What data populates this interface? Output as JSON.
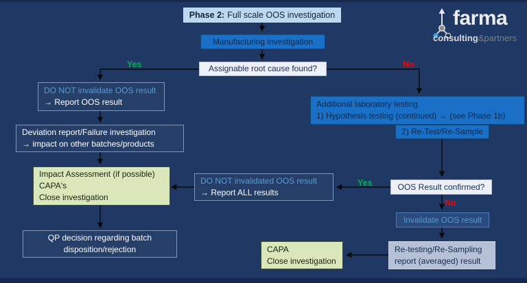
{
  "page": {
    "background": "#1f3864",
    "edge_band_color": "#16294d"
  },
  "logo": {
    "brand": "farma",
    "sub_white": "consulting",
    "sub_gray": "&partners"
  },
  "labels": {
    "yes_left": "Yes",
    "no_right": "No",
    "yes_mid": "Yes",
    "no_mid": "No"
  },
  "nodes": {
    "phase2": {
      "bold": "Phase 2:",
      "rest": "Full scale OOS investigation"
    },
    "manufacturing": {
      "text": "Manufacturing investigation"
    },
    "assignable": {
      "text": "Assignable root cause found?"
    },
    "do_not_invalidate": {
      "line1": "DO NOT invalidate OOS result",
      "line2": "→ Report OOS result"
    },
    "deviation": {
      "line1": "Deviation report/Failure investigation",
      "line2": "→ impact on other batches/products"
    },
    "impact": {
      "line1": "Impact Assessment (if possible)",
      "line2": "CAPA's",
      "line3": "Close investigation"
    },
    "qp": {
      "line1": "QP decision regarding batch",
      "line2": "disposition/rejection"
    },
    "additional_lab": {
      "line1": "Additional laboratory testing",
      "line2": "1) Hypothesis testing (continued) → (see Phase 1b)"
    },
    "retest_resample": {
      "text": "2) Re-Test/Re-Sample"
    },
    "oos_confirmed": {
      "text": "OOS Result confirmed?"
    },
    "do_not_invalidated": {
      "line1": "DO NOT invalidated OOS result",
      "line2": "→ Report ALL results"
    },
    "invalidate": {
      "text": "Invalidate OOS result"
    },
    "retesting_report": {
      "line1": "Re-testing/Re-Sampling",
      "line2": "report (averaged) result"
    },
    "capa_close": {
      "line1": "CAPA",
      "line2": "Close investigation"
    }
  },
  "colors": {
    "accent_blue_fill": "#1a6fc7",
    "title_fill": "#bdd7ee",
    "question_fill": "#edf1f7",
    "green_fill": "#d9e7ba",
    "gray_fill": "#b6c0d6",
    "invalidate_fill": "#2b4a7e",
    "light_blue_text": "#5b9bd5",
    "yes_green": "#00b050",
    "no_red": "#fb0000",
    "arrow_black": "#0a0a0a"
  }
}
